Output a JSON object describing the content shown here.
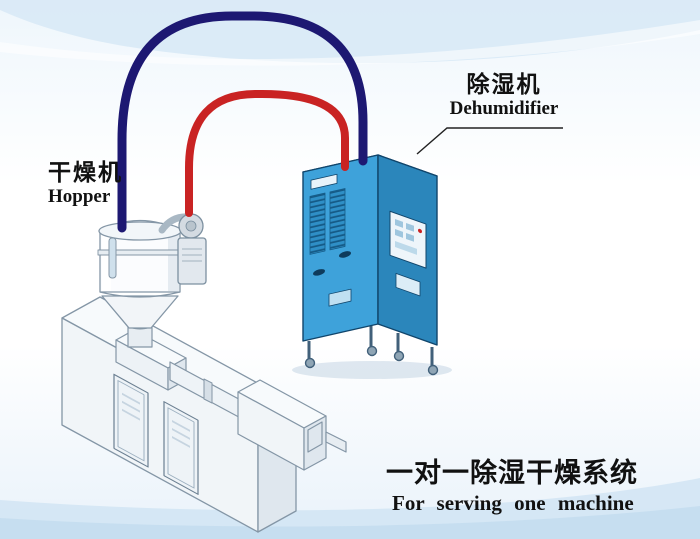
{
  "labels": {
    "hopper": {
      "cn": "干燥机",
      "en": "Hopper"
    },
    "dehumidifier": {
      "cn": "除湿机",
      "en": "Dehumidifier"
    },
    "caption": {
      "cn": "一对一除湿干燥系统",
      "en": "For serving one machine"
    }
  },
  "colors": {
    "pipe_return": "#1d1872",
    "pipe_supply": "#c92323",
    "cabinet_front": "#3ea2da",
    "cabinet_side": "#2b86bb",
    "cabinet_top": "#8ecbec",
    "cabinet_outline": "#10456b",
    "machine_white": "#f1f5f8",
    "machine_outline": "#8496a6",
    "band_top": "#d8e9f6",
    "band_bottom": "#d3e6f4",
    "text": "#111111"
  }
}
